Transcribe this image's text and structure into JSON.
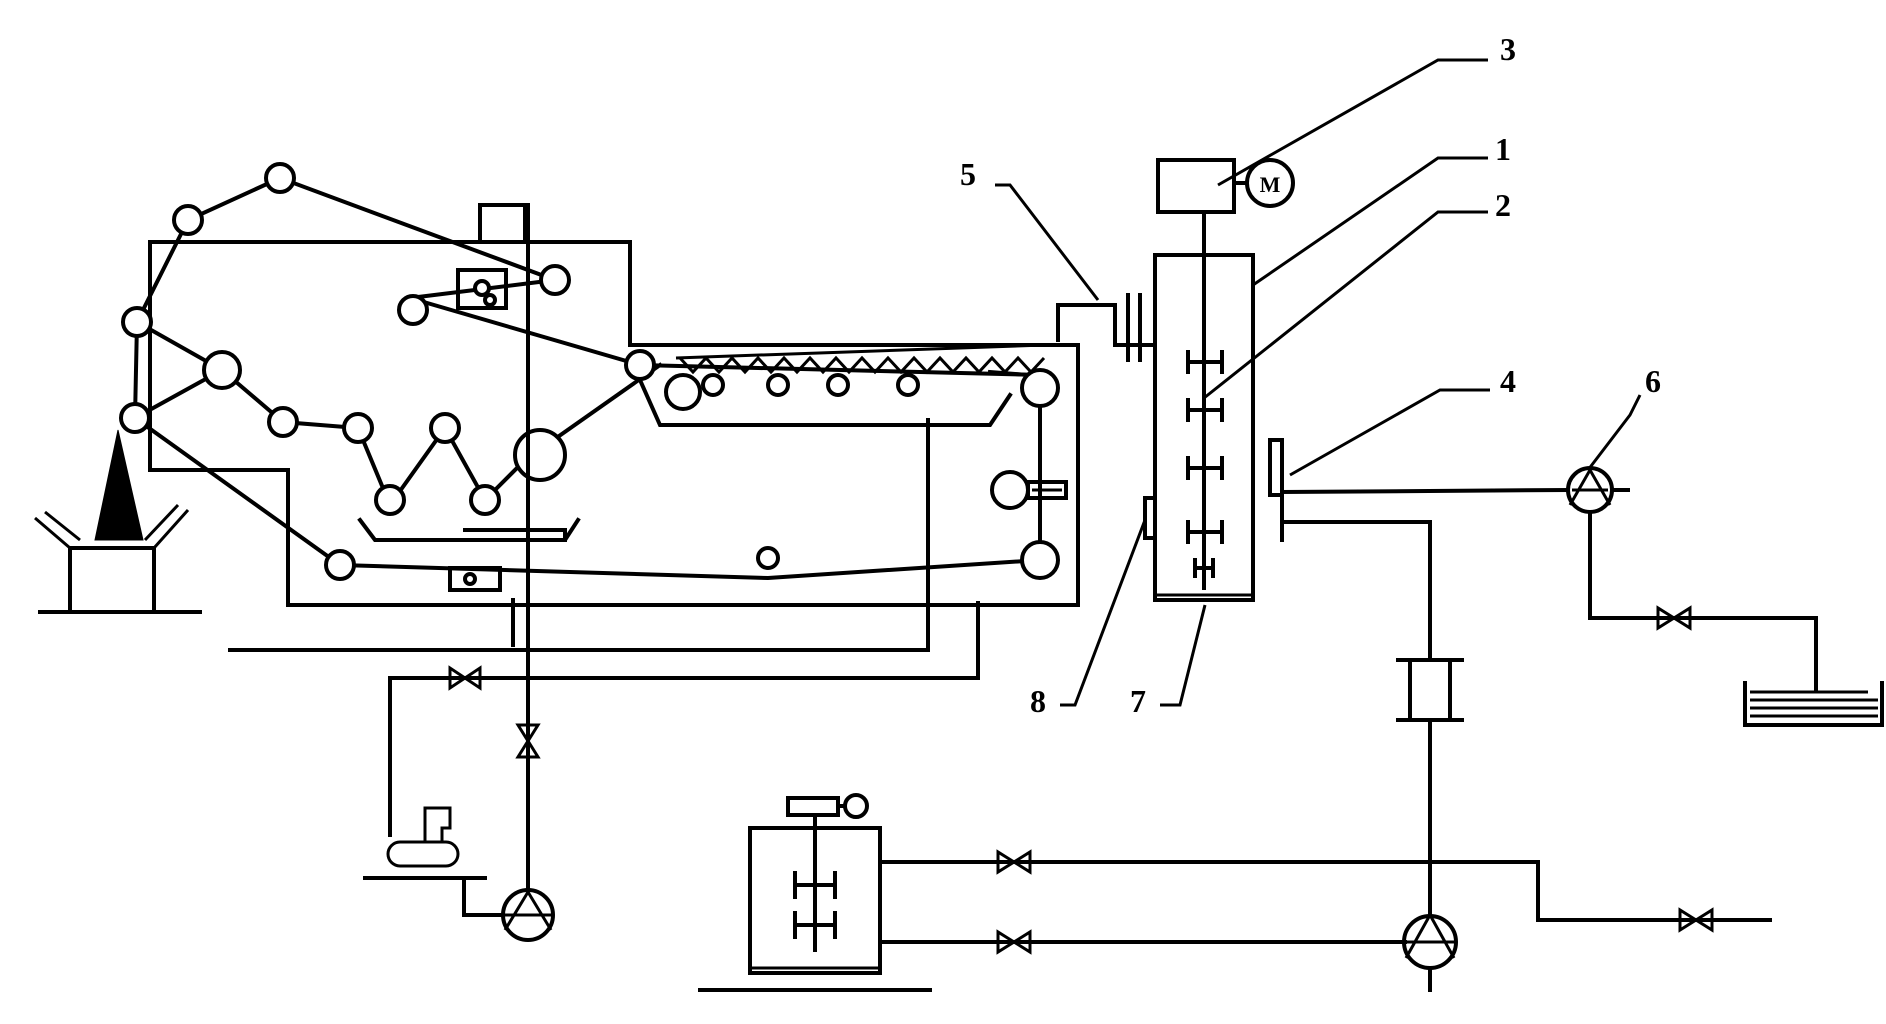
{
  "diagram": {
    "labels": {
      "n1": "1",
      "n2": "2",
      "n3": "3",
      "n4": "4",
      "n5": "5",
      "n6": "6",
      "n7": "7",
      "n8": "8",
      "motor": "M"
    }
  }
}
